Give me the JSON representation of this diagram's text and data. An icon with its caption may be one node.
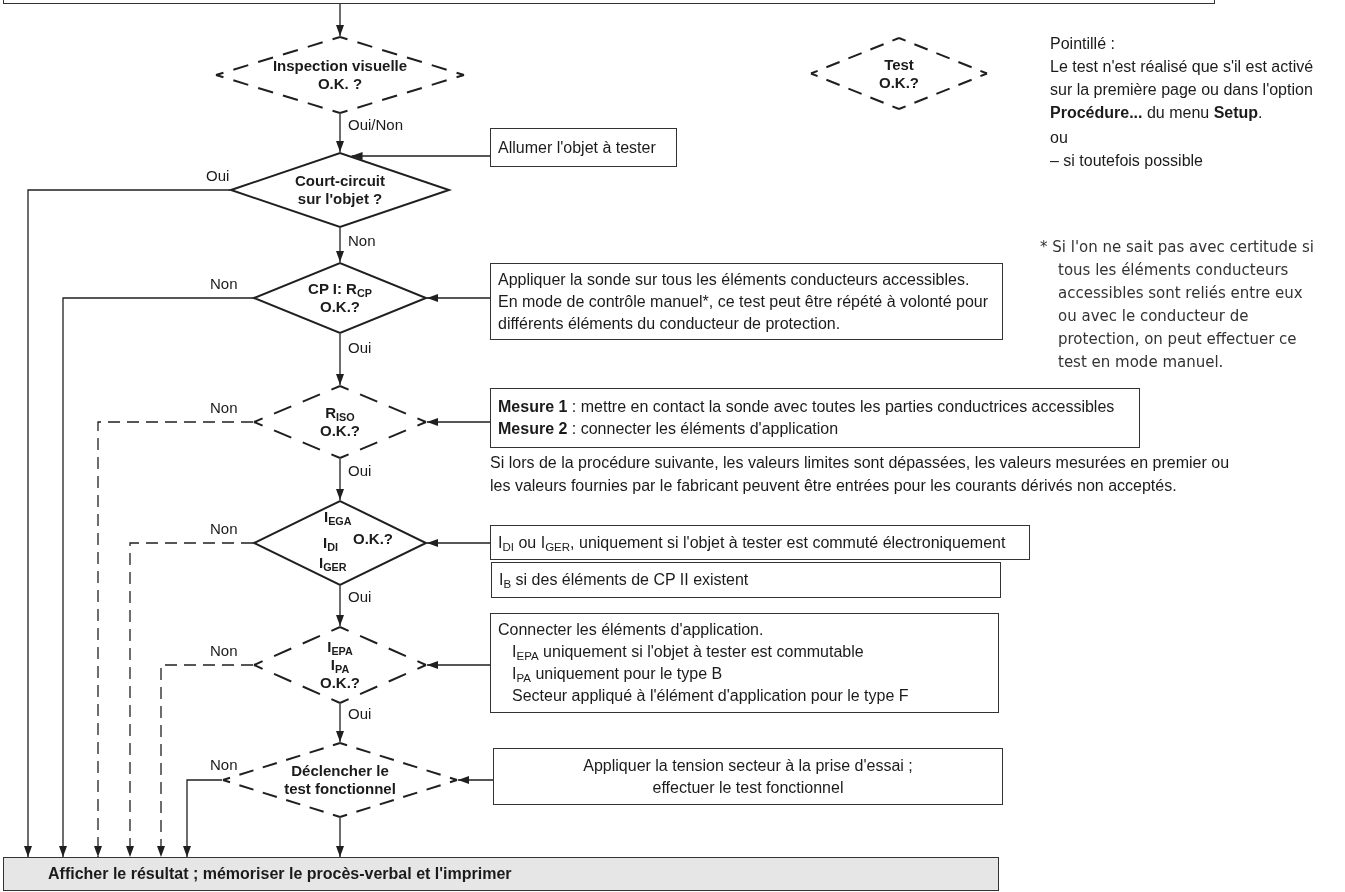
{
  "diagram": {
    "nodes": [
      {
        "text": [],
        "shape": "box"
      },
      {
        "text": [
          "Inspection visuelle",
          "O.K. ?"
        ]
      },
      {
        "text": [
          "Allumer l'objet à tester"
        ]
      },
      {
        "text": [
          "Court-circuit sur l'objet ?"
        ]
      },
      {
        "text": [
          "CP I: R$_{CP}$",
          "O.K.?"
        ]
      },
      {
        "text": [
          "Appliquer la sonde sur tous les éléments conducteurs accessibles.",
          "En mode de contrôle manuel*, ce test peut être répété à volonté pour différents éléments du conducteur de protection."
        ]
      },
      {
        "text": [
          "R$_{ISO}$",
          "O.K.?"
        ]
      },
      {
        "text": [
          "**Mesure 1** : mettre en contact la sonde avec toutes les parties conductrices accessibles",
          "**Mesure 2** : connecter les éléments d'application"
        ]
      },
      {
        "text": [
          "I$_{EGA}$",
          "I$_{DI}$",
          "I$_{GER}$",
          "O.K.?"
        ]
      },
      {
        "text": [
          "I$_{DI}$ ou I$_{GER}$, uniquement si l'objet à tester est commuté électroniquement"
        ]
      },
      {
        "text": [
          "I$_{B}$ si des éléments de CP II existent"
        ]
      },
      {
        "text": [
          "I$_{EPA}$",
          "I$_{PA}$",
          "O.K.?"
        ]
      },
      {
        "text": [
          "Connecter les éléments d'application.",
          "I$_{EPA}$ uniquement si l'objet à tester est commutable",
          "I$_{PA}$ uniquement pour le type B",
          "Secteur appliqué à l'élément d'application pour le type F"
        ]
      },
      {
        "text": [
          "Déclencher le test fonctionnel"
        ]
      },
      {
        "text": [
          "Appliquer la tension secteur à la prise d'essai ; effectuer le test fonctionnel"
        ]
      },
      {
        "text": [
          "Afficher le résultat ; mémoriser le procès-verbal et l'imprimer"
        ]
      },
      {
        "text": [
          "Test O.K.?"
        ]
      }
    ],
    "edges": [
      {
        "from": 0,
        "to": 1,
        "arrow": "to"
      },
      {
        "from": 1,
        "to": 3,
        "arrow": "to",
        "label": "Oui/Non"
      },
      {
        "from": 2,
        "to": 3,
        "arrow": "to"
      },
      {
        "from": 3,
        "to": 15,
        "arrow": "to",
        "label": "Oui"
      },
      {
        "from": 3,
        "to": 4,
        "arrow": "to",
        "label": "Non"
      },
      {
        "from": 5,
        "to": 4,
        "arrow": "to"
      },
      {
        "from": 4,
        "to": 15,
        "arrow": "to",
        "label": "Non"
      },
      {
        "from": 4,
        "to": 6,
        "arrow": "to",
        "label": "Oui"
      },
      {
        "from": 7,
        "to": 6,
        "arrow": "to"
      },
      {
        "from": 6,
        "to": 15,
        "arrow": "to",
        "label": "Non",
        "style": "dashed"
      },
      {
        "from": 6,
        "to": 8,
        "arrow": "to",
        "label": "Oui"
      },
      {
        "from": 9,
        "to": 8,
        "arrow": "to"
      },
      {
        "from": 8,
        "to": 15,
        "arrow": "to",
        "label": "Non",
        "style": "dashed"
      },
      {
        "from": 8,
        "to": 11,
        "arrow": "to",
        "label": "Oui"
      },
      {
        "from": 12,
        "to": 11,
        "arrow": "to"
      },
      {
        "from": 11,
        "to": 15,
        "arrow": "to",
        "label": "Non",
        "style": "dashed"
      },
      {
        "from": 11,
        "to": 13,
        "arrow": "to",
        "label": "Oui"
      },
      {
        "from": 14,
        "to": 13,
        "arrow": "to"
      },
      {
        "from": 13,
        "to": 15,
        "arrow": "to",
        "label": "Non"
      },
      {
        "from": 13,
        "to": 15,
        "arrow": "to"
      }
    ],
    "labels": [
      "Pointillé :",
      "Le test n'est réalisé que s'il est activé sur la première page ou dans l'option **Procédure...** du menu **Setup**.",
      "ou",
      "– si toutefois possible",
      "* Si l'on ne sait pas avec certitude si tous les éléments conducteurs accessibles sont reliés entre eux ou avec le conducteur de protection, on peut effectuer ce test en mode manuel.",
      "Si lors de la procédure suivante, les valeurs limites sont dépassées, les valeurs mesurées en premier ou les valeurs fournies par le fabricant peuvent être entrées pour les courants dérivés non acceptés."
    ]
  }
}
